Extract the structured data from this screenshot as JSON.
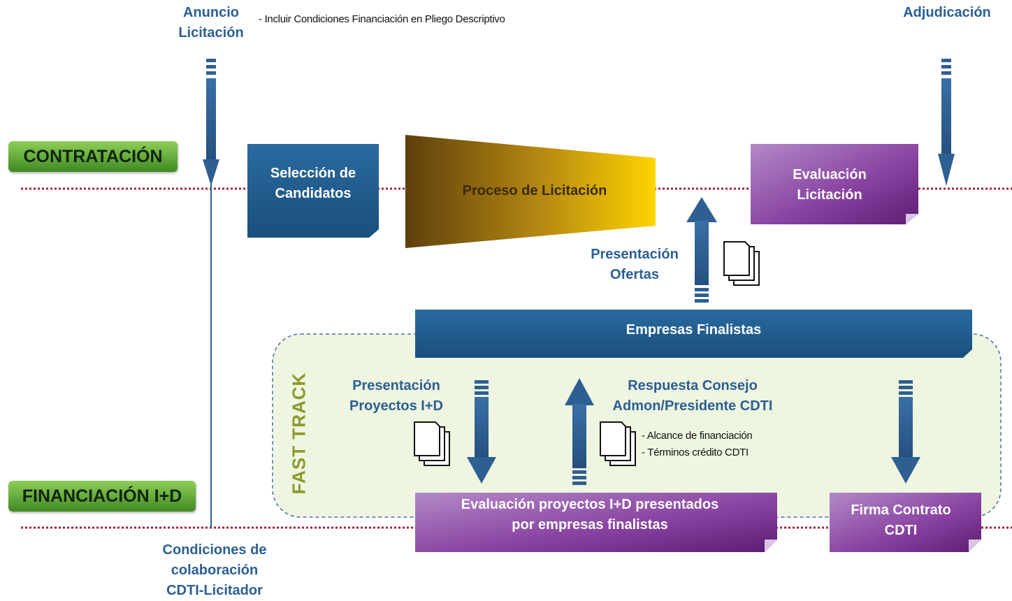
{
  "labels": {
    "anuncio": "Anuncio\nLicitación",
    "nota_pliego": "- Incluir Condiciones Financiación en Pliego Descriptivo",
    "adjudicacion": "Adjudicación",
    "contratacion": "CONTRATACIÓN",
    "financiacion": "FINANCIACIÓN I+D",
    "fast_track": "FAST TRACK",
    "condiciones": "Condiciones de\ncolaboración\nCDTI-Licitador"
  },
  "boxes": {
    "seleccion": "Selección de\nCandidatos",
    "proceso": "Proceso de Licitación",
    "evaluacion_licitacion": "Evaluación\nLicitación",
    "empresas_finalistas": "Empresas Finalistas",
    "evaluacion_proyectos": "Evaluación proyectos I+D presentados\npor empresas finalistas",
    "firma_contrato": "Firma Contrato\nCDTI"
  },
  "flows": {
    "presentacion_ofertas": "Presentación\nOfertas",
    "presentacion_proyectos": "Presentación\nProyectos I+D",
    "respuesta_consejo": "Respuesta Consejo\nAdmon/Presidente CDTI",
    "respuesta_items": [
      "- Alcance de financiación",
      "- Términos crédito CDTI"
    ]
  },
  "colors": {
    "blue_box": "#1f5b8c",
    "purple_box": "#6e2b86",
    "dotted_line": "#a3243a",
    "label_blue": "#2b5f94",
    "tag_green": "#4f9a2e",
    "fast_track_panel": "#eef5e0"
  }
}
